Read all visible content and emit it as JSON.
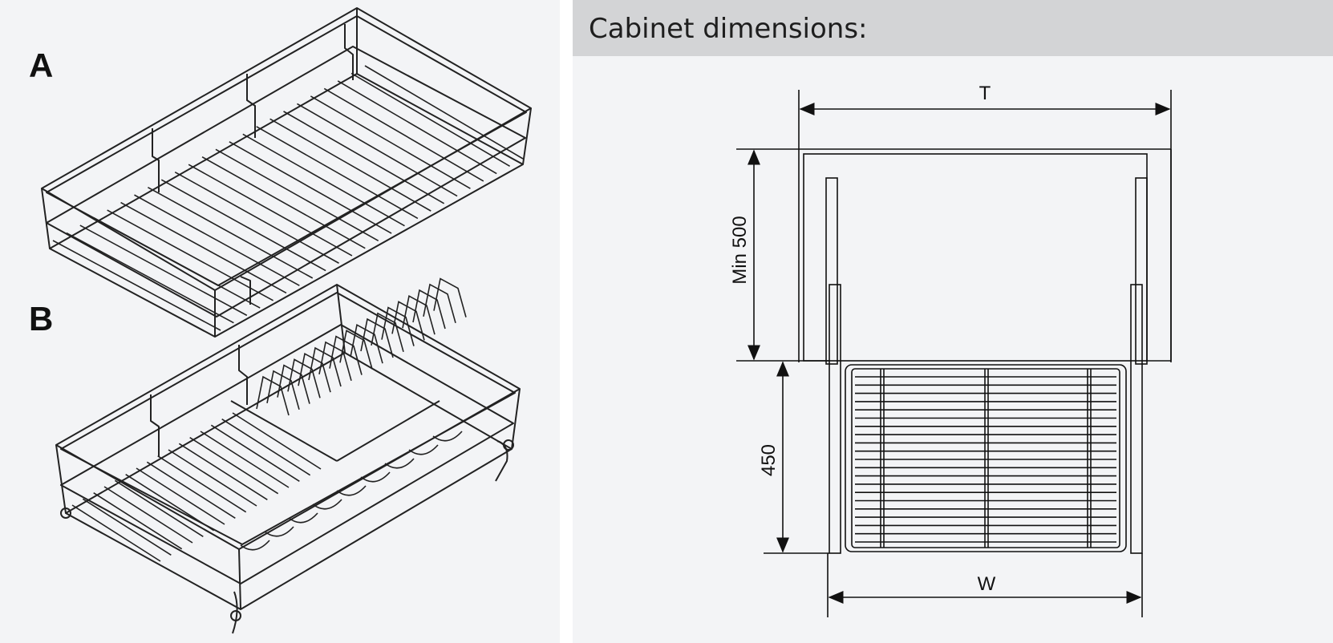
{
  "labels": {
    "a": "A",
    "b": "B"
  },
  "header": {
    "title": "Cabinet dimensions:"
  },
  "dimensions": {
    "top": "T",
    "depth_min": "Min 500",
    "extension": "450",
    "width": "W"
  },
  "colors": {
    "panel": "#f3f4f6",
    "header": "#d3d4d6",
    "line": "#111111"
  }
}
